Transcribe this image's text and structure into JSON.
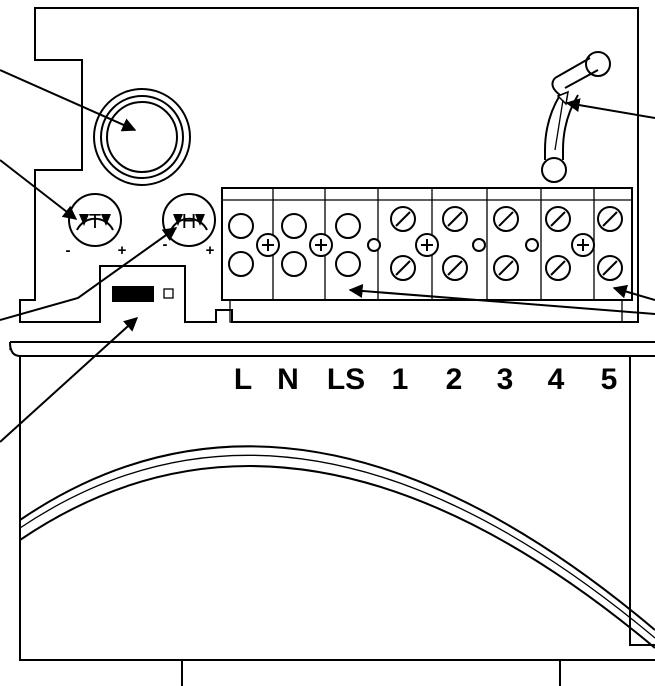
{
  "knobs": {
    "timer": {
      "letter": "T",
      "minus": "-",
      "plus": "+"
    },
    "humidity": {
      "letter": "H",
      "minus": "-",
      "plus": "+"
    }
  },
  "terminal_labels": [
    "L",
    "N",
    "LS",
    "1",
    "2",
    "3",
    "4",
    "5"
  ]
}
